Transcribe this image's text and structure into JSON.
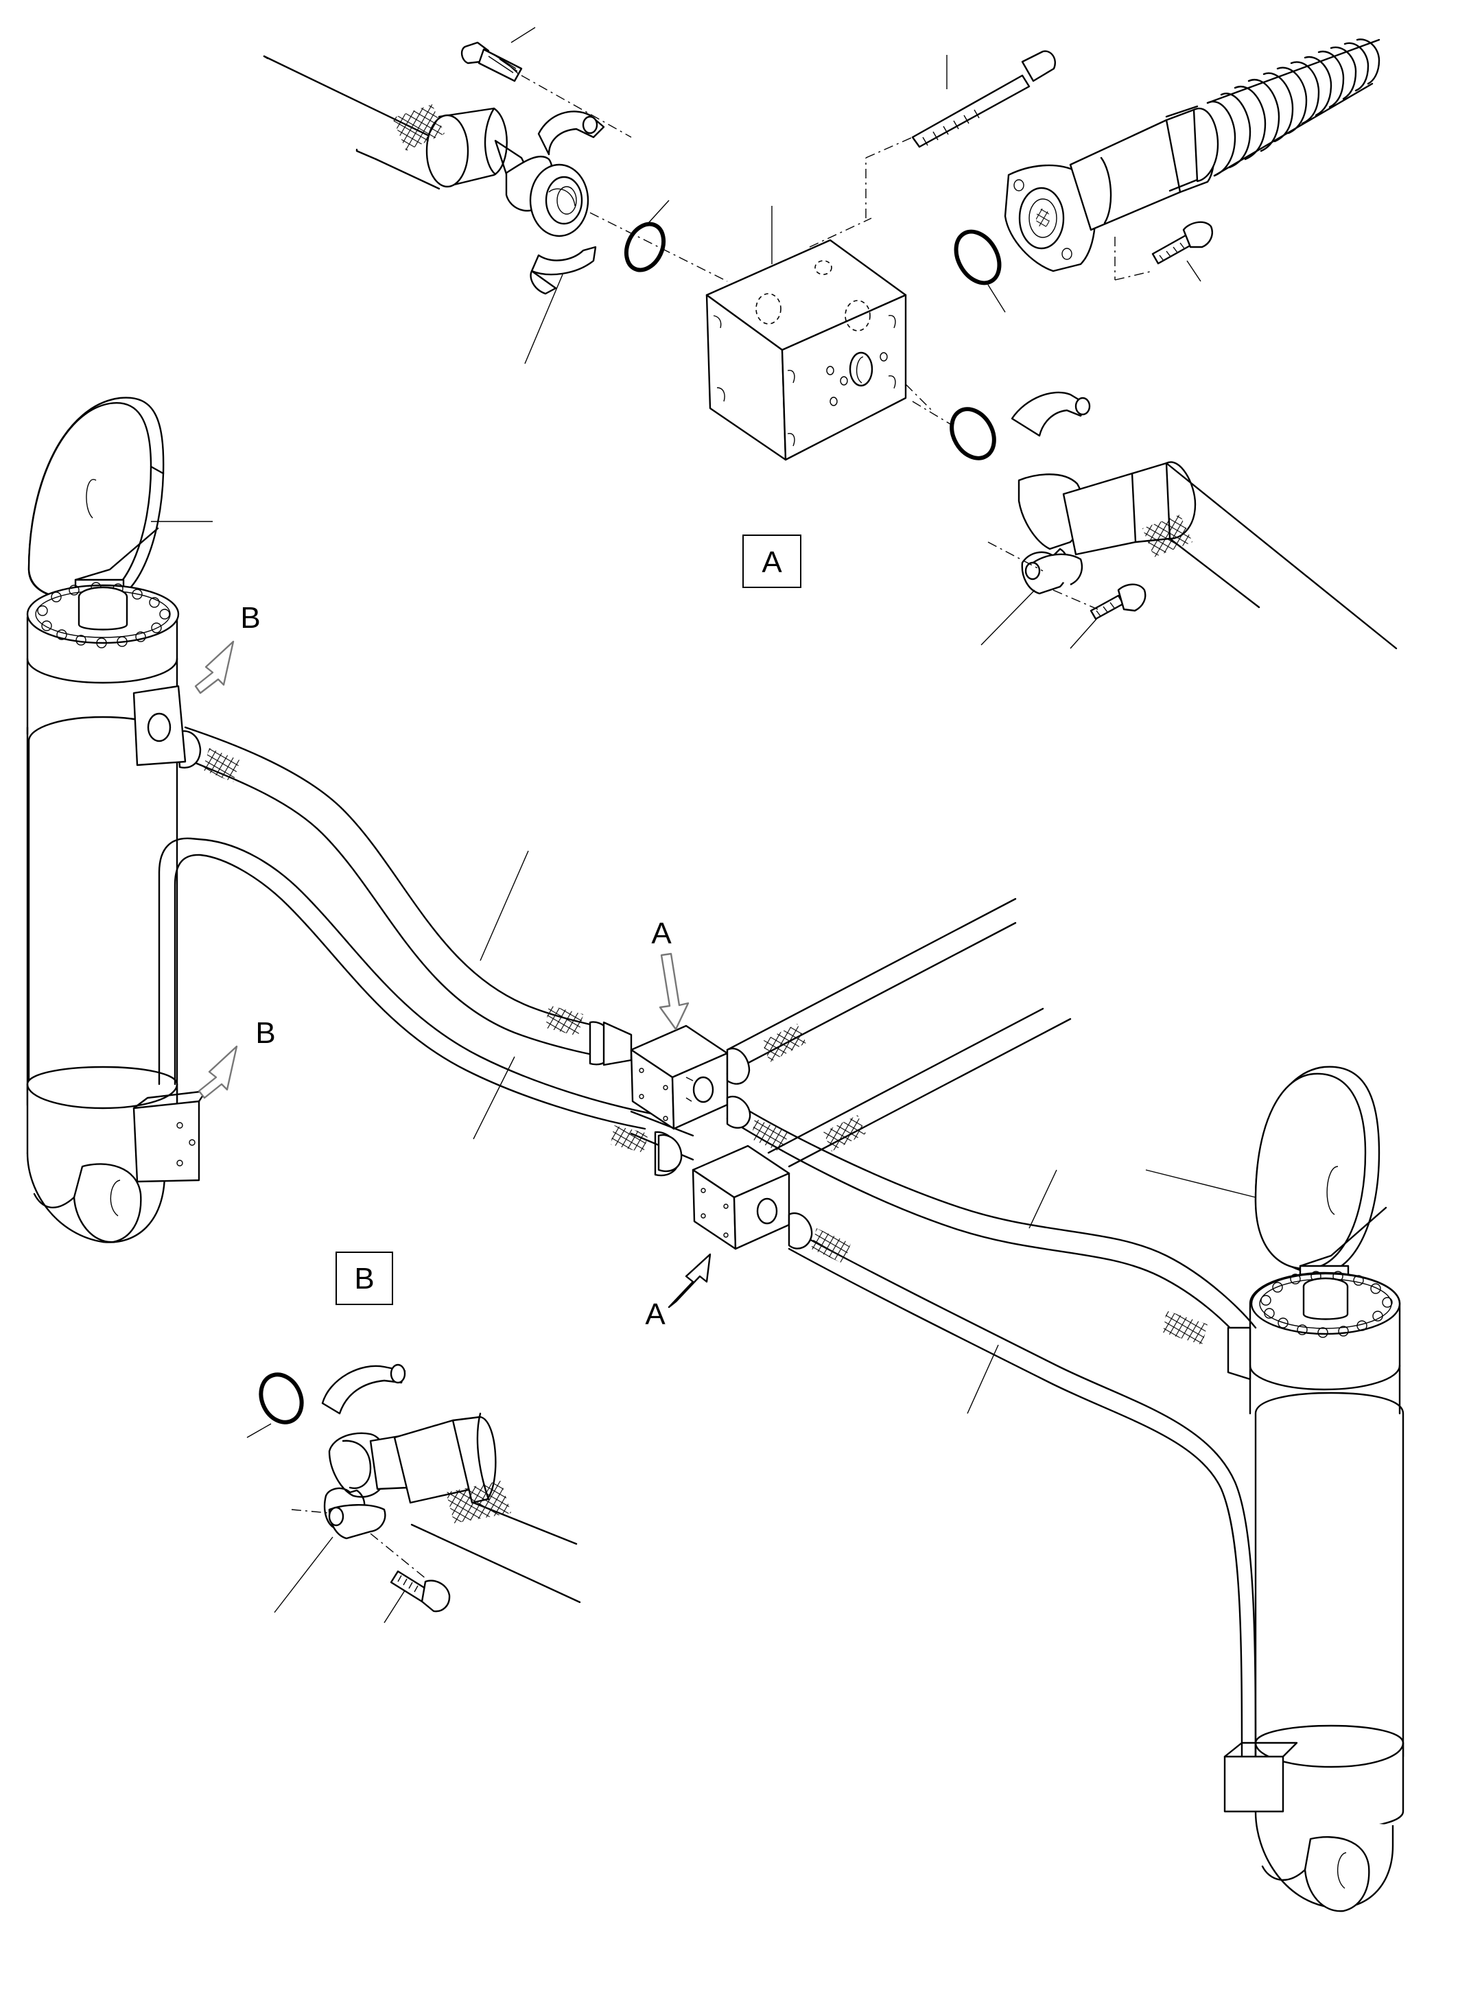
{
  "labels": {
    "detail_a_box": "A",
    "detail_b_box": "B",
    "arrow_b_upper": "B",
    "arrow_b_lower": "B",
    "arrow_a_upper": "A",
    "arrow_a_lower": "A"
  },
  "colors": {
    "line": "#000000",
    "background": "#ffffff"
  }
}
